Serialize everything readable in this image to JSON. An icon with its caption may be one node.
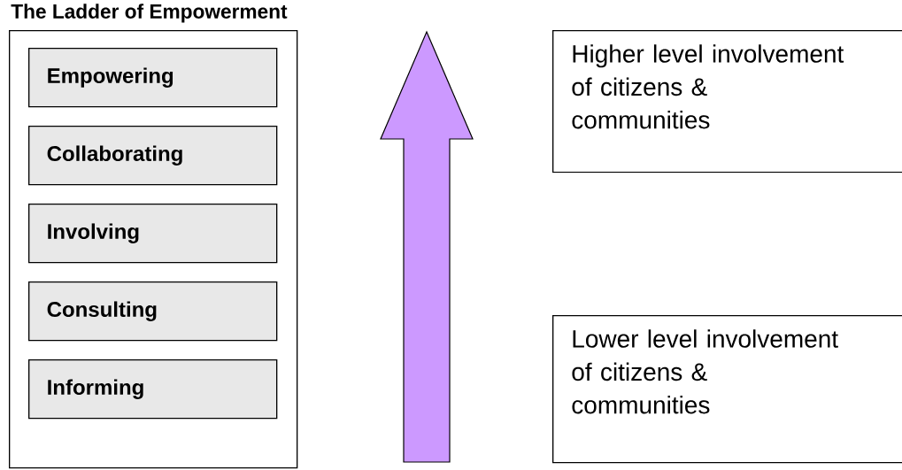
{
  "diagram": {
    "title": "The Ladder of Empowerment",
    "nodes": [
      {
        "text": [],
        "shape": "box"
      },
      {
        "text": [
          "Empowering"
        ],
        "in": 0
      },
      {
        "text": [
          "Collaborating"
        ],
        "in": 0
      },
      {
        "text": [
          "Involving"
        ],
        "in": 0
      },
      {
        "text": [
          "Consulting"
        ],
        "in": 0
      },
      {
        "text": [
          "Informing"
        ],
        "in": 0
      },
      {
        "text": [
          "Higher level involvement of citizens & communities"
        ]
      },
      {
        "text": [
          "Lower level involvement of citizens & communities"
        ]
      }
    ]
  }
}
